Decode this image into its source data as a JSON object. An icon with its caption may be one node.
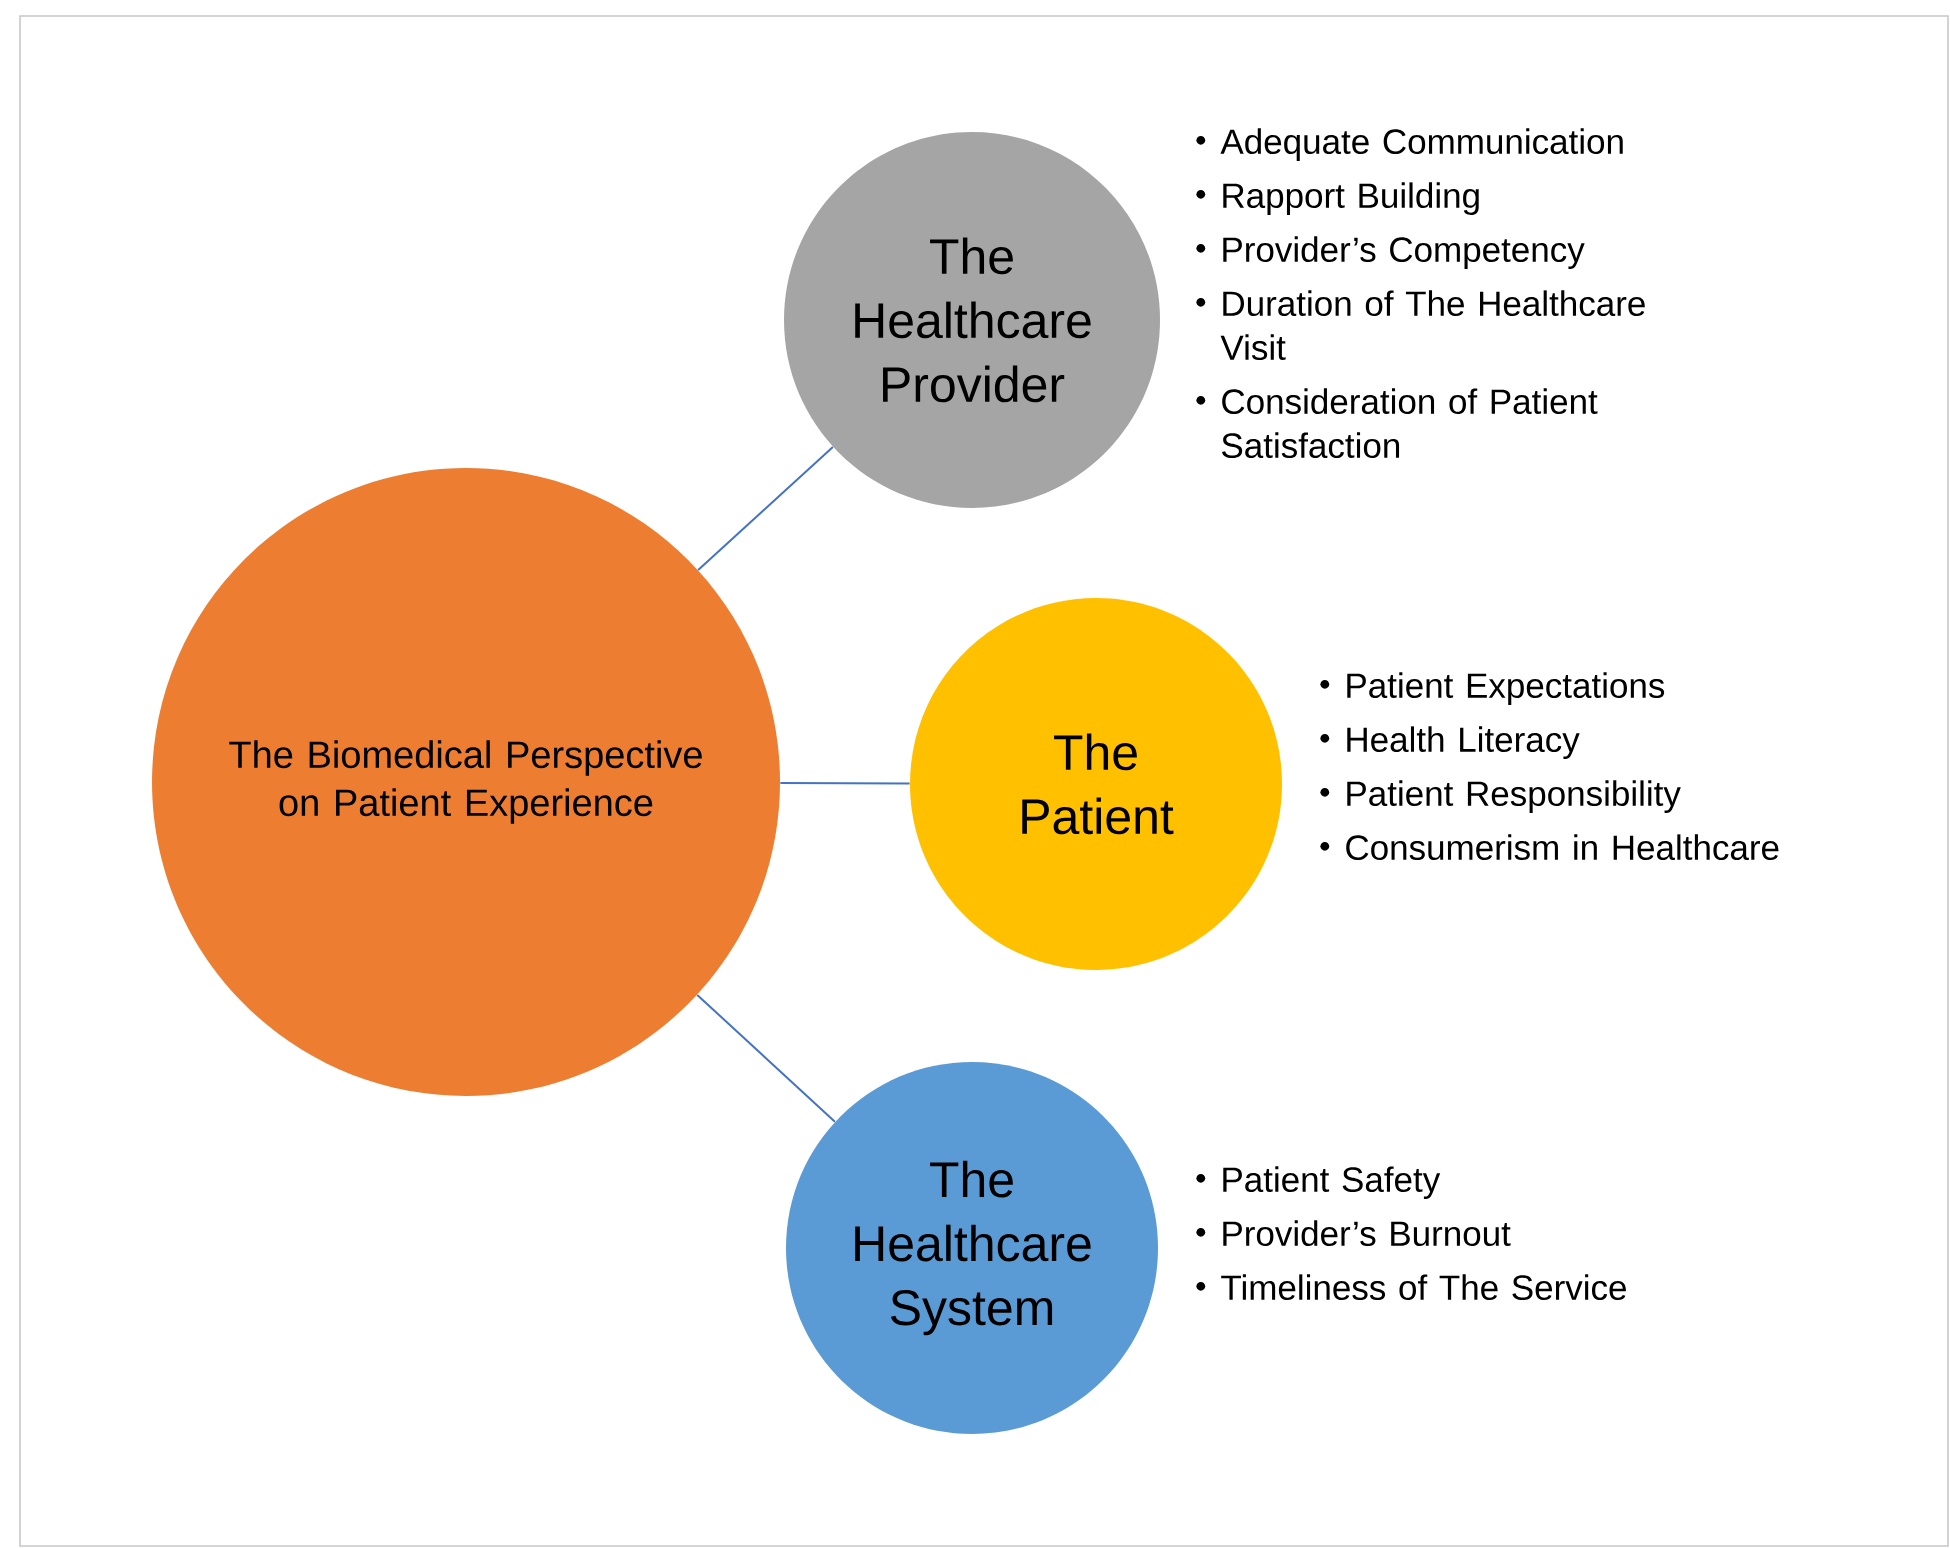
{
  "diagram": {
    "nodes": [
      {
        "text": [
          "The Biomedical Perspective on Patient Experience"
        ]
      },
      {
        "text": [
          "The Healthcare Provider"
        ],
        "beside": [
          "Adequate Communication",
          "Rapport Building",
          "Provider’s Competency",
          "Duration of The Healthcare Visit",
          "Consideration of Patient Satisfaction"
        ]
      },
      {
        "text": [
          "The Patient"
        ],
        "beside": [
          "Patient Expectations",
          "Health Literacy",
          "Patient Responsibility",
          "Consumerism in Healthcare"
        ]
      },
      {
        "text": [
          "The Healthcare System"
        ],
        "beside": [
          "Patient Safety",
          "Provider’s Burnout",
          "Timeliness of The Service"
        ]
      }
    ],
    "edges": [
      {
        "from": 0,
        "to": 1,
        "arrow": "none"
      },
      {
        "from": 0,
        "to": 2,
        "arrow": "none"
      },
      {
        "from": 0,
        "to": 3,
        "arrow": "none"
      }
    ]
  }
}
